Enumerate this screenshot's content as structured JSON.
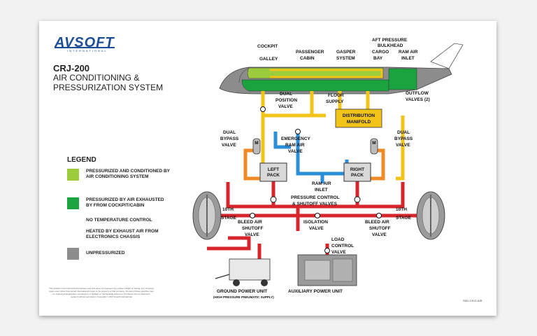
{
  "logo": {
    "text": "AVSOFT",
    "sub": "INTERNATIONAL"
  },
  "title": {
    "model": "CRJ-200",
    "subtitle": "AIR CONDITIONING & PRESSURIZATION SYSTEM"
  },
  "legend": {
    "title": "LEGEND",
    "items": [
      {
        "color": "#9ccc3c",
        "text": "PRESSURIZED AND CONDITIONED BY AIR CONDITIONING SYSTEM"
      },
      {
        "color": "#1aa33e",
        "text": "PRESSURIZED BY AIR EXHAUSTED BY FROM COCKPIT/CABIN"
      },
      {
        "color": "",
        "text": "NO TEMPERATURE CONTROL"
      },
      {
        "color": "",
        "text": "HEATED BY EXHAUST AIR FROM ELECTRONICS CHASSIS"
      },
      {
        "color": "#8c8c8c",
        "text": "UNPRESSURIZED"
      }
    ]
  },
  "labels": {
    "cockpit": "COCKPIT",
    "galley": "GALLEY",
    "passenger_cabin": [
      "PASSENGER",
      "CABIN"
    ],
    "gasper_system": [
      "GASPER",
      "SYSTEM"
    ],
    "cargo_bay": [
      "CARGO",
      "BAY"
    ],
    "aft_pressure_bulkhead": [
      "AFT PRESSURE",
      "BULKHEAD"
    ],
    "ram_air_inlet_top": [
      "RAM AIR",
      "INLET"
    ],
    "outflow_valves": [
      "OUTFLOW",
      "VALVES (2)"
    ],
    "dual_position_valve": [
      "DUAL",
      "POSITION",
      "VALVE"
    ],
    "floor_supply": [
      "FLOOR",
      "SUPPLY"
    ],
    "distribution_manifold": [
      "DISTRIBUTION",
      "MANIFOLD"
    ],
    "dual_bypass_left": [
      "DUAL",
      "BYPASS",
      "VALVE"
    ],
    "dual_bypass_right": [
      "DUAL",
      "BYPASS",
      "VALVE"
    ],
    "emergency_ram_air_valve": [
      "EMERGENCY",
      "RAM AIR",
      "VALVE"
    ],
    "left_pack": [
      "LEFT",
      "PACK"
    ],
    "right_pack": [
      "RIGHT",
      "PACK"
    ],
    "ram_air_inlet": [
      "RAM AIR",
      "INLET"
    ],
    "pressure_control": [
      "PRESSURE CONTROL",
      "& SHUTOFF VALVES"
    ],
    "tenth_stage_left": [
      "10TH",
      "STAGE"
    ],
    "tenth_stage_right": [
      "10TH",
      "STAGE"
    ],
    "bleed_air_left": [
      "BLEED AIR",
      "SHUTOFF",
      "VALVE"
    ],
    "isolation_valve": [
      "ISOLATION",
      "VALVE"
    ],
    "bleed_air_right": [
      "BLEED AIR",
      "SHUTOFF",
      "VALVE"
    ],
    "load_control_valve": [
      "LOAD",
      "CONTROL",
      "VALVE"
    ],
    "ground_power_unit": "GROUND POWER UNIT",
    "ground_power_sub": "(HIGH PRESSURE PNEUMATIC SUPPLY)",
    "apu": "AUXILIARY POWER UNIT",
    "M": "M"
  },
  "fine_print": "This graphic is for instructional purposes only and does not represent any phase of flight or setting. Any company logos used (other than Avsoft International's logo) is the property of that company. No part of these graphics may be copied (photographed, reproduced, or digitally or mechanically altered or introduced into an electronic system) without permission. Copyright © 2017 Avsoft International",
  "code": "SSD-CRJ2-AIR",
  "colors": {
    "conditioned": "#9ccc3c",
    "exhaust": "#1aa33e",
    "bleed": "#d6262c",
    "yellow": "#f2c318",
    "blue": "#2a8fd8",
    "orange": "#f08a24",
    "gray": "#8c8c8c"
  }
}
